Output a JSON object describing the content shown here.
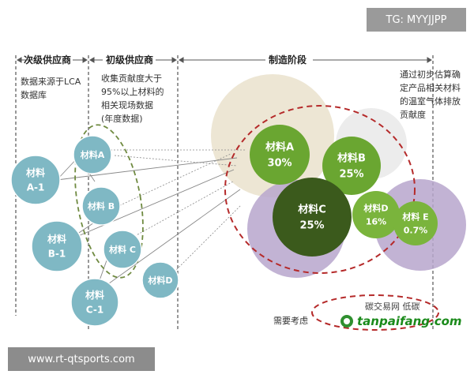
{
  "headers": {
    "secondary": "次级供应商",
    "primary": "初级供应商",
    "manufacturing": "制造阶段"
  },
  "notes": {
    "secondary": "数据来源于LCA\n数据库",
    "primary": "收集贡献度大于\n95%以上材料的\n相关现场数据\n(年度数据)",
    "manufacturing": "通过初步估算确\n定产品相关材料\n的温室气体排放\n贡献度",
    "bottom": "需要考虑"
  },
  "primary_nodes": [
    {
      "label": "材料A",
      "color": "#7fb8c4"
    },
    {
      "label": "材料 B",
      "color": "#7fb8c4"
    },
    {
      "label": "材料 C",
      "color": "#7fb8c4"
    },
    {
      "label": "材料D",
      "color": "#7fb8c4"
    }
  ],
  "secondary_nodes": [
    {
      "label": "材料\nA-1",
      "color": "#7fb8c4"
    },
    {
      "label": "材料\nB-1",
      "color": "#7fb8c4"
    },
    {
      "label": "材料\nC-1",
      "color": "#7fb8c4"
    }
  ],
  "materials": [
    {
      "name": "材料A",
      "value": "30%",
      "color": "#6aa631"
    },
    {
      "name": "材料B",
      "value": "25%",
      "color": "#6aa631"
    },
    {
      "name": "材料C",
      "value": "25%",
      "color": "#3b5a1c"
    },
    {
      "name": "材料D",
      "value": "16%",
      "color": "#7ab43c"
    },
    {
      "name": "材料 E",
      "value": "0.7%",
      "color": "#7ab43c"
    }
  ],
  "badges": {
    "tg": "TG: MYYJJPP",
    "url": "www.rt-qtsports.com",
    "watermark": "tanpaifang.com",
    "watermark_sub": "碳交易网 低碳"
  }
}
